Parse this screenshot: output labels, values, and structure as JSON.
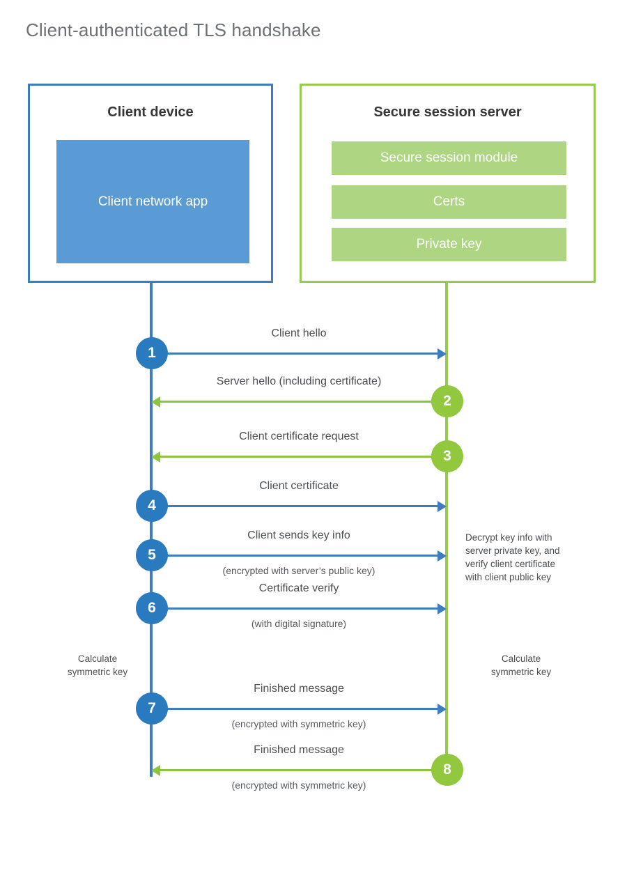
{
  "page": {
    "title": "Client-authenticated TLS handshake",
    "colors": {
      "client_blue": "#3d7cbf",
      "client_app_fill": "#5b9bd5",
      "server_green": "#97cb4f",
      "server_bar_fill": "#aed581",
      "badge_blue": "#2a7ac0",
      "badge_green": "#92c83e",
      "text": "#4a4f53",
      "background": "#ffffff"
    }
  },
  "diagram": {
    "type": "sequence",
    "actors": [
      {
        "id": "client",
        "title": "Client device",
        "side": "left",
        "components": [
          {
            "label": "Client network app"
          }
        ]
      },
      {
        "id": "server",
        "title": "Secure session server",
        "side": "right",
        "components": [
          {
            "label": "Secure session module"
          },
          {
            "label": "Certs"
          },
          {
            "label": "Private key"
          }
        ]
      }
    ],
    "messages": [
      {
        "step": "1",
        "label": "Client hello",
        "sublabel": "",
        "from": "client",
        "to": "server",
        "direction": "right",
        "color": "blue"
      },
      {
        "step": "2",
        "label": "Server hello (including certificate)",
        "sublabel": "",
        "from": "server",
        "to": "client",
        "direction": "left",
        "color": "green"
      },
      {
        "step": "3",
        "label": "Client certificate request",
        "sublabel": "",
        "from": "server",
        "to": "client",
        "direction": "left",
        "color": "green"
      },
      {
        "step": "4",
        "label": "Client certificate",
        "sublabel": "",
        "from": "client",
        "to": "server",
        "direction": "right",
        "color": "blue"
      },
      {
        "step": "5",
        "label": "Client sends key info",
        "sublabel": "(encrypted with server’s public key)",
        "from": "client",
        "to": "server",
        "direction": "right",
        "color": "blue"
      },
      {
        "step": "6",
        "label": "Certificate verify",
        "sublabel": "(with digital signature)",
        "from": "client",
        "to": "server",
        "direction": "right",
        "color": "blue"
      },
      {
        "step": "7",
        "label": "Finished message",
        "sublabel": "(encrypted with symmetric key)",
        "from": "client",
        "to": "server",
        "direction": "right",
        "color": "blue"
      },
      {
        "step": "8",
        "label": "Finished message",
        "sublabel": "(encrypted with symmetric key)",
        "from": "server",
        "to": "client",
        "direction": "left",
        "color": "green"
      }
    ],
    "notes": [
      {
        "id": "server-decrypt",
        "side": "right",
        "text": "Decrypt key info with\nserver private key, and\nverify client certificate\nwith client public key"
      },
      {
        "id": "client-calc-key",
        "side": "left",
        "text": "Calculate\nsymmetric key"
      },
      {
        "id": "server-calc-key",
        "side": "right",
        "text": "Calculate\nsymmetric key"
      }
    ]
  }
}
